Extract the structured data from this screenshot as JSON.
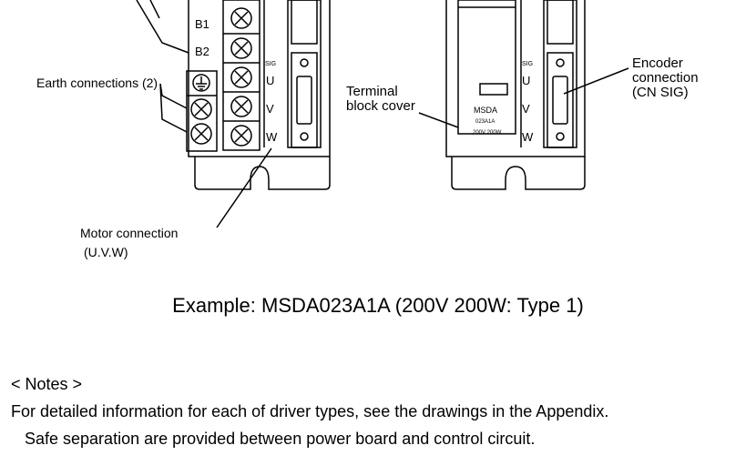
{
  "left_driver": {
    "terminals": [
      "B1",
      "B2"
    ],
    "earth_label": "Earth connections (2)",
    "sig_label": "SIG",
    "phase_labels": [
      "U",
      "V",
      "W"
    ],
    "motor_label_line1": "Motor connection",
    "motor_label_line2": "(U.V.W)"
  },
  "right_driver": {
    "sig_label": "SIG",
    "phase_labels": [
      "U",
      "V",
      "W"
    ],
    "cover_label_line1": "Terminal",
    "cover_label_line2": "block cover",
    "model_name": "MSDA",
    "model_code": "023A1A",
    "rating": "200V 200W",
    "encoder_label_line1": "Encoder",
    "encoder_label_line2": "connection",
    "encoder_label_line3": "(CN SIG)"
  },
  "caption": "Example: MSDA023A1A (200V 200W: Type 1)",
  "notes": {
    "heading": "< Notes >",
    "line1": "For detailed information for each of driver types, see the drawings in the Appendix.",
    "line2": "Safe separation are provided between power board and control circuit."
  }
}
